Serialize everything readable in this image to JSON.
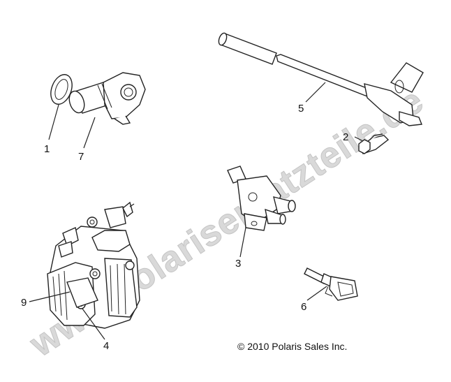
{
  "watermark": "www.polarisersatzteile.de",
  "copyright": "© 2010 Polaris Sales Inc.",
  "callouts": {
    "c1": "1",
    "c2": "2",
    "c3": "3",
    "c4": "4",
    "c5": "5",
    "c6": "6",
    "c7": "7",
    "c9": "9"
  }
}
